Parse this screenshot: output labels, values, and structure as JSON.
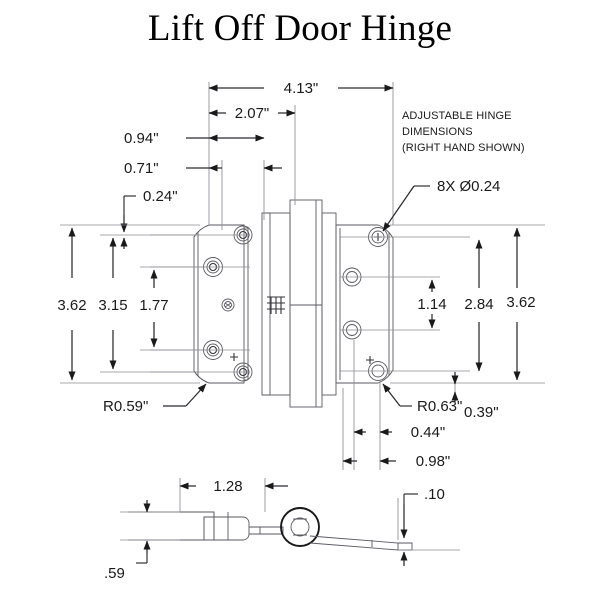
{
  "page": {
    "title": "Lift Off Door Hinge",
    "background_color": "#ffffff",
    "line_color": "#5a5a62",
    "dimension_color": "#1a1a1a"
  },
  "notes": {
    "line1": "ADJUSTABLE HINGE",
    "line2": "DIMENSIONS",
    "line3": "(RIGHT HAND SHOWN)",
    "hole_callout": "8X Ø0.24"
  },
  "dimensions": {
    "top": [
      {
        "label": "4.13\"",
        "value": 4.13
      },
      {
        "label": "2.07\"",
        "value": 2.07
      },
      {
        "label": "0.94\"",
        "value": 0.94
      },
      {
        "label": "0.71\"",
        "value": 0.71
      },
      {
        "label": "0.24\"",
        "value": 0.24
      }
    ],
    "left": [
      {
        "label": "3.62",
        "value": 3.62
      },
      {
        "label": "3.15",
        "value": 3.15
      },
      {
        "label": "1.77",
        "value": 1.77
      }
    ],
    "right": [
      {
        "label": "1.14",
        "value": 1.14
      },
      {
        "label": "2.84",
        "value": 2.84
      },
      {
        "label": "3.62",
        "value": 3.62
      }
    ],
    "radii": [
      {
        "label": "R0.59\"",
        "value": 0.59
      },
      {
        "label": "R0.63\"",
        "value": 0.63
      }
    ],
    "bottom": [
      {
        "label": "0.39\"",
        "value": 0.39
      },
      {
        "label": "0.44\"",
        "value": 0.44
      },
      {
        "label": "0.98\"",
        "value": 0.98
      }
    ],
    "side_view": [
      {
        "label": "1.28",
        "value": 1.28
      },
      {
        "label": ".59",
        "value": 0.59
      },
      {
        "label": ".10",
        "value": 0.1
      }
    ]
  }
}
